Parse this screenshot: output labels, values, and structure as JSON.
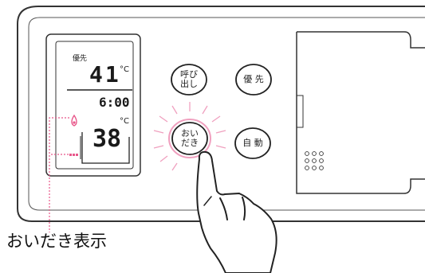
{
  "display": {
    "priority_label": "優先",
    "set_temperature": "41",
    "temperature_unit": "°C",
    "clock": "6:00",
    "bath_temperature": "38",
    "bath_unit": "°C"
  },
  "buttons": {
    "call": "呼び\n出し",
    "priority": "優 先",
    "reheat": "おい\nだき",
    "auto": "自 動"
  },
  "callout": {
    "reheat_indicator_label": "おいだき表示"
  },
  "colors": {
    "outline": "#333333",
    "highlight": "#e8578a"
  },
  "icons": [
    "flame-icon",
    "reheat-indicator-icon",
    "speaker-grille-icon",
    "pointing-hand-icon"
  ]
}
